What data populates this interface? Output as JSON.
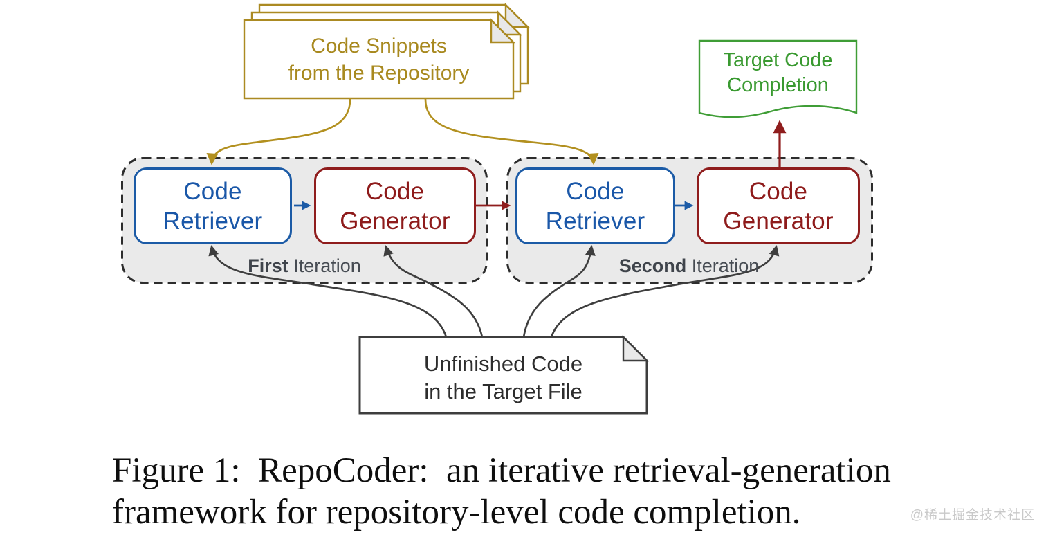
{
  "figure": {
    "code_snippets": {
      "line1": "Code Snippets",
      "line2": "from the Repository"
    },
    "target_completion": {
      "line1": "Target Code",
      "line2": "Completion"
    },
    "iterations": [
      {
        "label_bold": "First",
        "label_rest": " Iteration",
        "retriever": {
          "line1": "Code",
          "line2": "Retriever"
        },
        "generator": {
          "line1": "Code",
          "line2": "Generator"
        }
      },
      {
        "label_bold": "Second",
        "label_rest": " Iteration",
        "retriever": {
          "line1": "Code",
          "line2": "Retriever"
        },
        "generator": {
          "line1": "Code",
          "line2": "Generator"
        }
      }
    ],
    "unfinished_code": {
      "line1": "Unfinished Code",
      "line2": "in the Target File"
    },
    "colors": {
      "gold": "#b2901f",
      "blue": "#1c5ba6",
      "dark_red": "#8f1d1d",
      "green": "#3f9d36",
      "label_gray": "#474c53",
      "dark_gray": "#3e3e3e",
      "group_background": "#eaeaea"
    }
  },
  "caption": {
    "line1": "Figure 1:  RepoCoder:  an iterative retrieval-generation",
    "line2": "framework for repository-level code completion."
  },
  "watermark": {
    "text": "@稀土掘金技术社区"
  }
}
